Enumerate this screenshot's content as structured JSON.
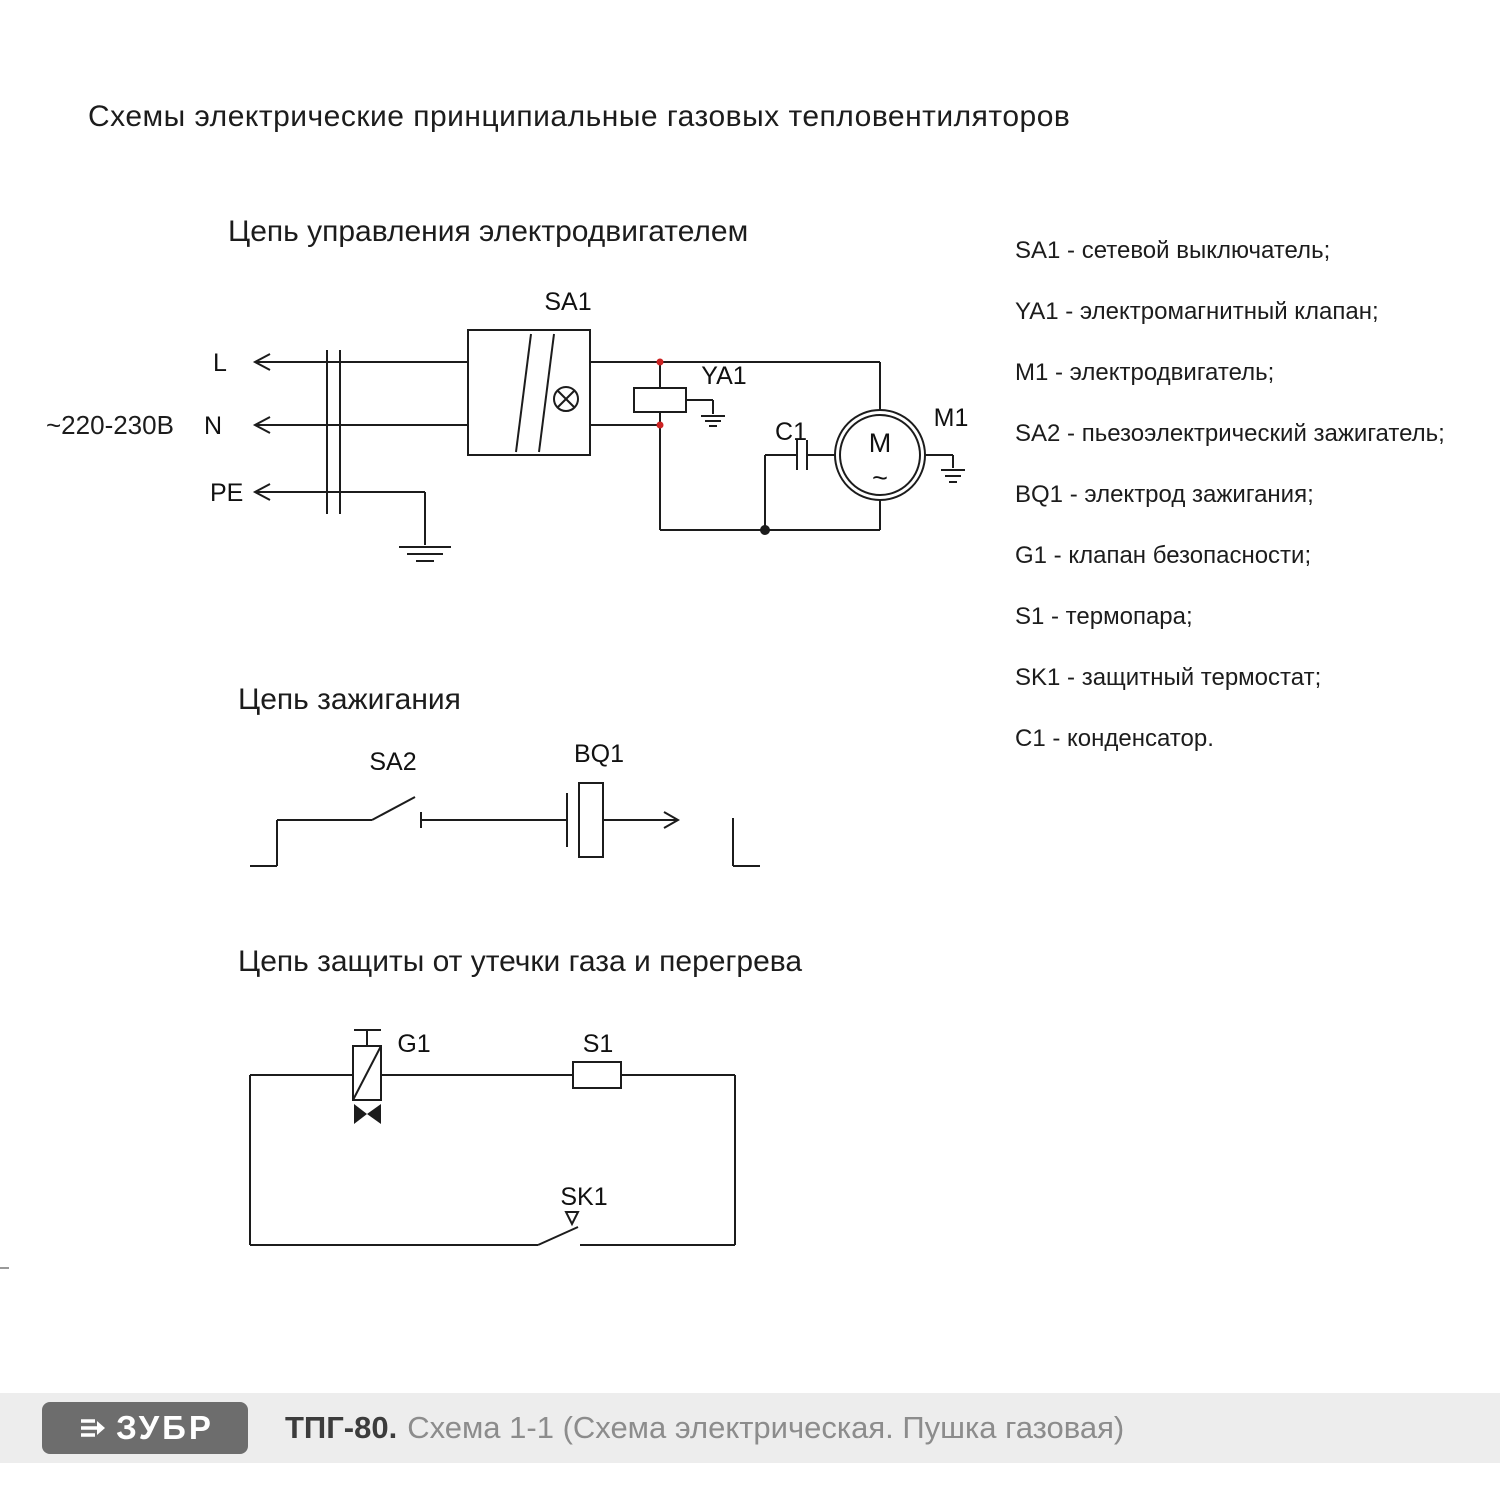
{
  "page": {
    "title": "Схемы электрические принципиальные газовых тепловентиляторов"
  },
  "supply": {
    "voltage": "~220-230В",
    "line_l": "L",
    "line_n": "N",
    "line_pe": "PE"
  },
  "control_circuit": {
    "title": "Цепь управления электродвигателем",
    "labels": {
      "sa1": "SA1",
      "ya1": "YA1",
      "c1": "C1",
      "m1": "M1",
      "motor_letter": "M",
      "motor_ac": "~"
    }
  },
  "ignition_circuit": {
    "title": "Цепь зажигания",
    "labels": {
      "sa2": "SA2",
      "bq1": "BQ1"
    }
  },
  "protection_circuit": {
    "title": "Цепь защиты от утечки газа и перегрева",
    "labels": {
      "g1": "G1",
      "s1": "S1",
      "sk1": "SK1"
    }
  },
  "legend": {
    "items": [
      "SA1 - сетевой выключатель;",
      "YA1 - электромагнитный клапан;",
      "M1 - электродвигатель;",
      "SA2 - пьезоэлектрический зажигатель;",
      "BQ1 - электрод зажигания;",
      "G1 - клапан безопасности;",
      "S1 - термопара;",
      "SK1 - защитный термостат;",
      "C1 - конденсатор."
    ]
  },
  "footer": {
    "brand": "ЗУБР",
    "model": "ТПГ-80.",
    "caption": "Схема 1-1 (Схема электрическая. Пушка газовая)"
  },
  "colors": {
    "stroke": "#1c1c1c",
    "junction_red": "#cc2222",
    "footer_bg": "#ededed",
    "logo_bg": "#6d6d6d",
    "caption_muted": "#8c8c8c"
  }
}
